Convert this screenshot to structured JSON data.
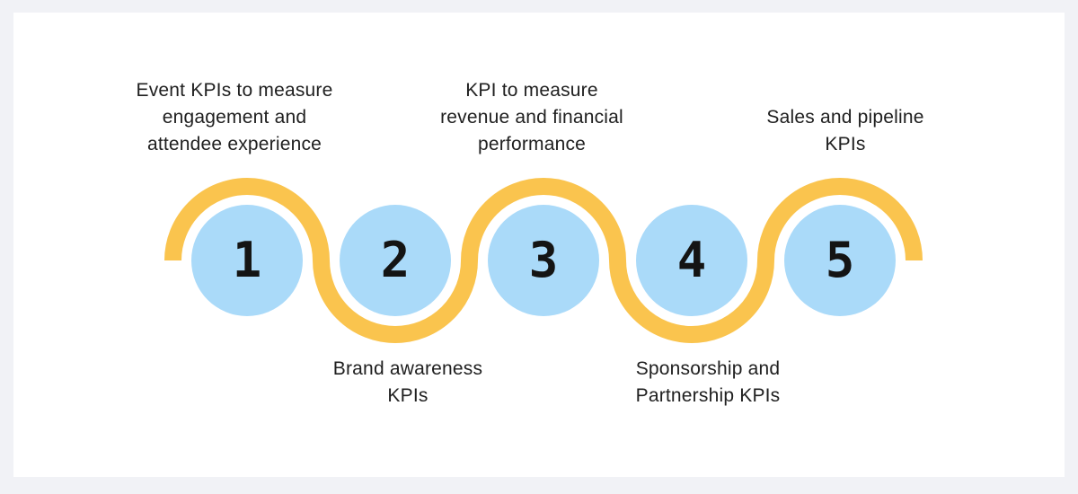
{
  "page": {
    "background_color": "#F1F2F6",
    "card_background_color": "#FFFFFF"
  },
  "diagram": {
    "type": "process-wave-timeline",
    "colors": {
      "wave": "#FAC44E",
      "circle_fill": "#AADAF9",
      "number_text": "#141414",
      "label_text": "#202020"
    },
    "steps": [
      {
        "number": "1",
        "label": "Event KPIs to measure\nengagement and\nattendee experience",
        "label_position": "top"
      },
      {
        "number": "2",
        "label": "Brand awareness\nKPIs",
        "label_position": "bottom"
      },
      {
        "number": "3",
        "label": "KPI to measure\nrevenue and financial\nperformance",
        "label_position": "top"
      },
      {
        "number": "4",
        "label": "Sponsorship and\nPartnership KPIs",
        "label_position": "bottom"
      },
      {
        "number": "5",
        "label": "Sales and pipeline\nKPIs",
        "label_position": "top"
      }
    ]
  }
}
